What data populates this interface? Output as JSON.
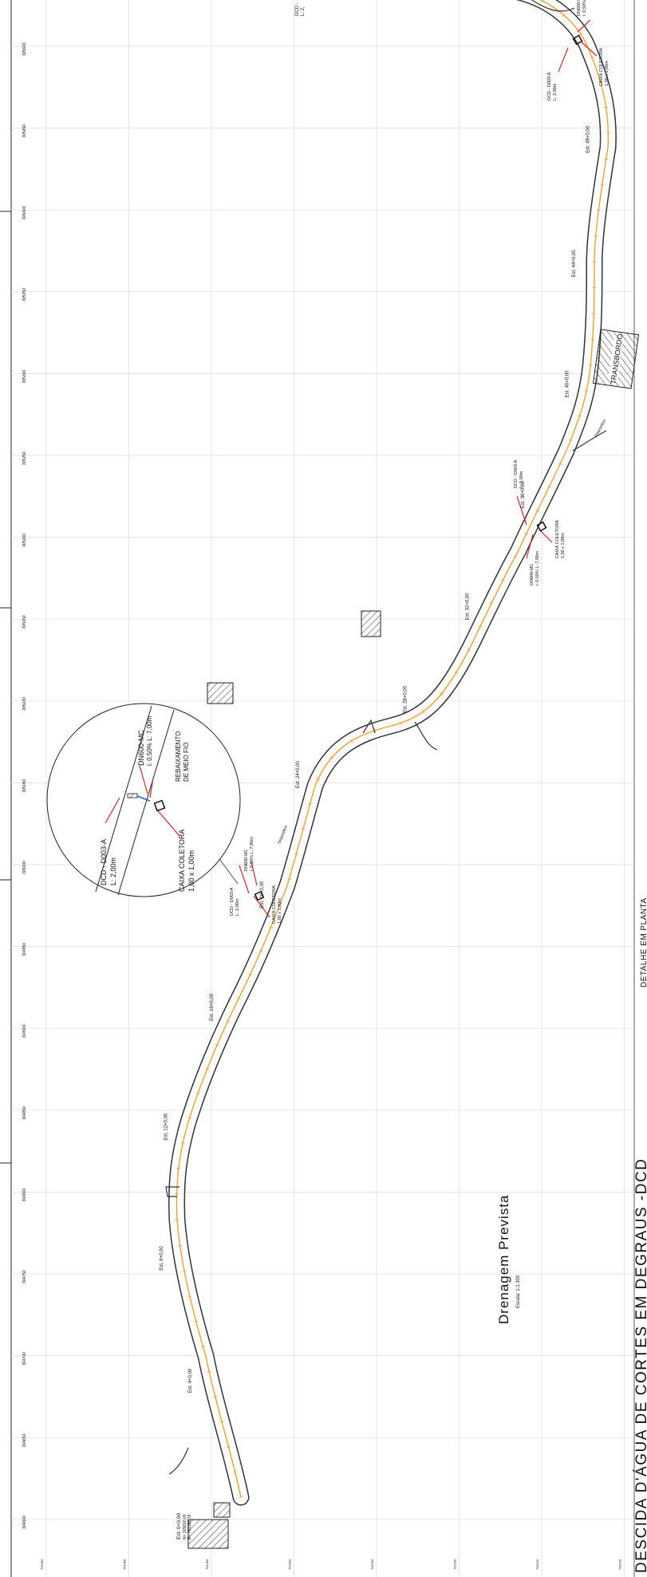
{
  "drawing": {
    "title": "DESCIDA D'ÁGUA DE CORTES EM DEGRAUS -DCD",
    "subtitle": "DETALHE EM PLANTA",
    "legend_title": "Drenagem Prevista",
    "legend_scale": "Escala: 1:1.300"
  },
  "grid": {
    "y_coords": [
      "305600",
      "305450",
      "305400",
      "305350",
      "305300",
      "305250",
      "305200",
      "305150",
      "305100",
      "305050",
      "305000",
      "304950",
      "304900",
      "304850",
      "304800",
      "304750",
      "304700",
      "304650",
      "304600"
    ],
    "x_coords": [
      "761450",
      "761400",
      "761350",
      "761300",
      "761250",
      "761200",
      "761150",
      "761100"
    ]
  },
  "stations": [
    "Est. 0+0,00",
    "Est. 4+0,00",
    "Est. 8+0,00",
    "Est. 12+0,00",
    "Est. 16+0,00",
    "Est. 20+0,00",
    "Est. 24+0,00",
    "Est. 28+0,00",
    "Est. 32+0,00",
    "Est. 36+0,00",
    "Est. 40+0,00",
    "Est. 44+0,00",
    "Est. 48+0,00"
  ],
  "start_note": [
    "N= 305600,00",
    "E= 761386,78"
  ],
  "features": {
    "transbordo": "TRANSBORDO",
    "dcd_label": "DCD - D003-A",
    "dcd_length": "L: 2,00m",
    "caixa_label": "CAIXA COLETORA",
    "caixa_dims": "1,00 x 1,00m",
    "dn_label": "DN600-MC",
    "dn_detail": "i: 0,50% L: 7,00m",
    "dispositivo": "Dispositivo"
  },
  "detail": {
    "dn_label": "DN600-MC",
    "dn_detail": "i: 0,50% L: 7,00m",
    "reb_line1": "REBAIXAMENTO",
    "reb_line2": "DE MEIO FIO",
    "dcd_label": "DCD - D003-A",
    "dcd_length": "L: 2,00m",
    "caixa_label": "CAIXA COLETORA",
    "caixa_dims": "1,00 x 1,00m"
  },
  "top_fragments": [
    "DCD -",
    "L: 2,"
  ],
  "colors": {
    "background": "#ffffff",
    "grid": "#dcdcdc",
    "road_edge": "#333333",
    "centerline": "#f0a030",
    "drainage": "#e0242a"
  }
}
